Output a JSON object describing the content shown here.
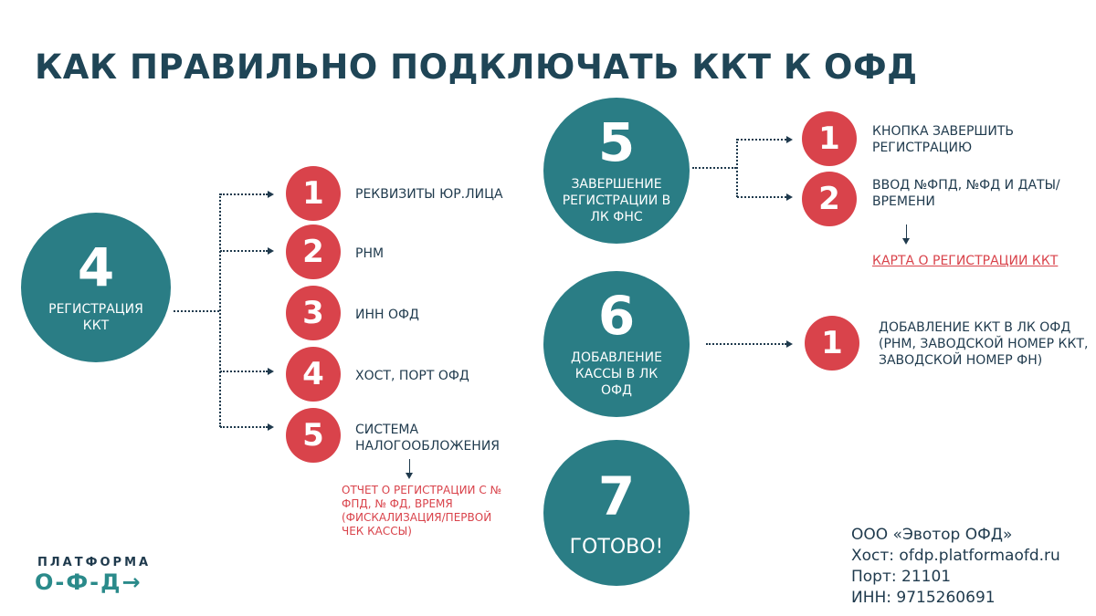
{
  "title": "КАК ПРАВИЛЬНО ПОДКЛЮЧАТЬ ККТ К ОФД",
  "steps": {
    "s4": {
      "num": "4",
      "label": "РЕГИСТРАЦИЯ ККТ",
      "items": [
        {
          "num": "1",
          "text": "РЕКВИЗИТЫ ЮР.ЛИЦА"
        },
        {
          "num": "2",
          "text": "РНМ"
        },
        {
          "num": "3",
          "text": "ИНН ОФД"
        },
        {
          "num": "4",
          "text": "ХОСТ, ПОРТ ОФД"
        },
        {
          "num": "5",
          "text": "СИСТЕМА НАЛОГООБЛОЖЕНИЯ"
        }
      ],
      "note": "ОТЧЕТ О РЕГИСТРАЦИИ С № ФПД, № ФД, ВРЕМЯ (ФИСКАЛИЗАЦИЯ/ПЕРВОЙ ЧЕК КАССЫ)"
    },
    "s5": {
      "num": "5",
      "label": "ЗАВЕРШЕНИЕ РЕГИСТРАЦИИ В ЛК ФНС",
      "items": [
        {
          "num": "1",
          "text": "КНОПКА ЗАВЕРШИТЬ РЕГИСТРАЦИЮ"
        },
        {
          "num": "2",
          "text": "ВВОД №ФПД, №ФД И ДАТЫ/ ВРЕМЕНИ"
        }
      ],
      "link": "КАРТА О РЕГИСТРАЦИИ ККТ"
    },
    "s6": {
      "num": "6",
      "label": "ДОБАВЛЕНИЕ КАССЫ В ЛК ОФД",
      "items": [
        {
          "num": "1",
          "text": "ДОБАВЛЕНИЕ ККТ В ЛК ОФД (РНМ, ЗАВОДСКОЙ НОМЕР ККТ, ЗАВОДСКОЙ НОМЕР ФН)"
        }
      ]
    },
    "s7": {
      "num": "7",
      "label": "ГОТОВО!"
    }
  },
  "logo": {
    "top": "ПЛАТФОРМА",
    "bottom": "О-Ф-Д→"
  },
  "info": {
    "company": "ООО «Эвотор ОФД»",
    "host": "Хост: ofdp.platformaofd.ru",
    "port": "Порт: 21101",
    "inn": "ИНН: 9715260691"
  },
  "colors": {
    "teal": "#2a7d85",
    "red": "#d9434b",
    "navy": "#1f3a4d"
  }
}
